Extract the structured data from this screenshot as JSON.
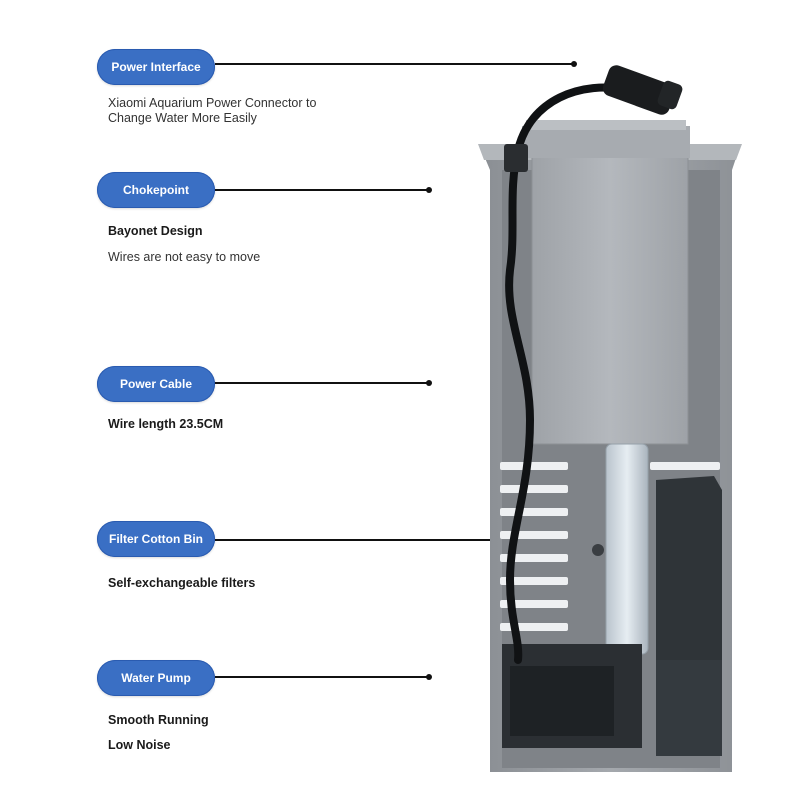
{
  "features": [
    {
      "label": "Power Interface",
      "lines": [
        "Xiaomi Aquarium Power Connector to",
        "Change Water More Easily"
      ]
    },
    {
      "label": "Chokepoint",
      "title": "Bayonet Design",
      "detail": "Wires are not easy to move"
    },
    {
      "label": "Power Cable",
      "title": "Wire length 23.5CM"
    },
    {
      "label": "Filter Cotton Bin",
      "title": "Self-exchangeable filters"
    },
    {
      "label": "Water Pump",
      "lines": [
        "Smooth Running",
        "Low Noise"
      ]
    }
  ],
  "colors": {
    "pill": "#3a6fc4",
    "housing": "#9a9ea3",
    "pump_box": "#a9adb2",
    "black_parts": "#2b2f33"
  },
  "icons": {
    "product": "aquarium-filter-photo"
  }
}
